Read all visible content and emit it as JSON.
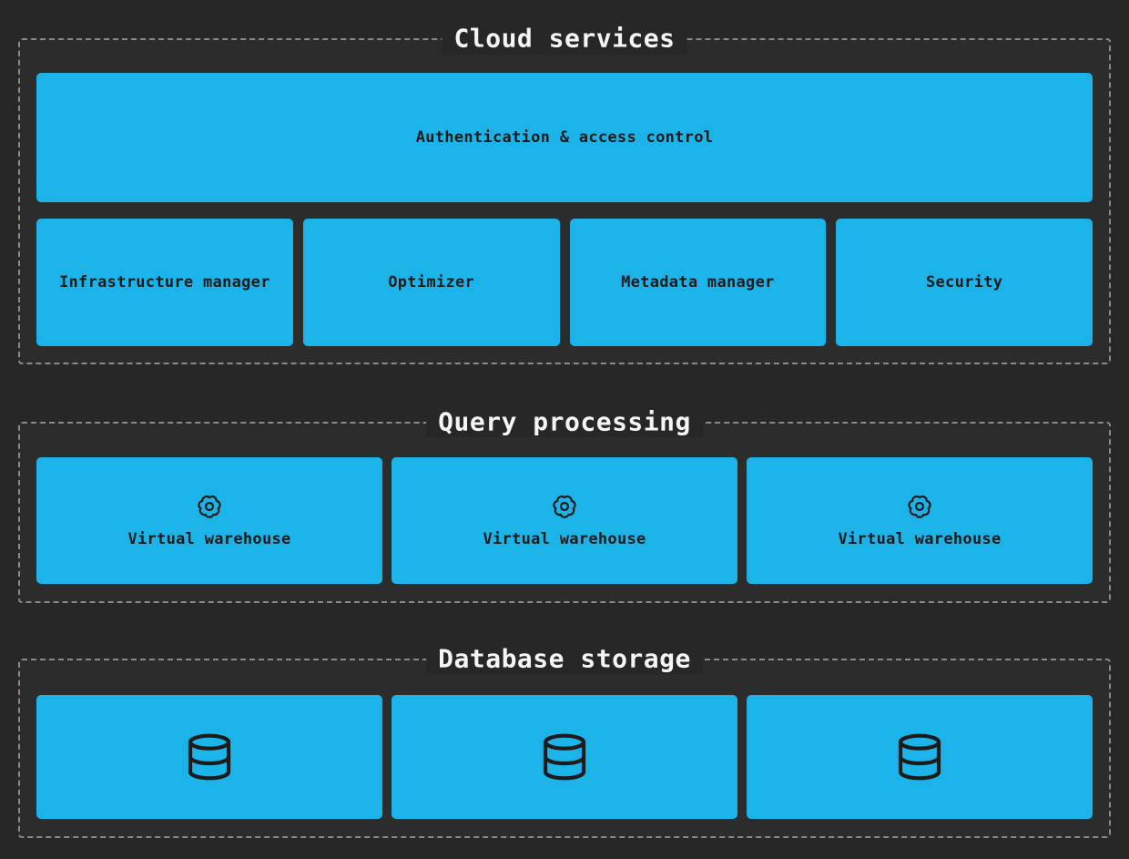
{
  "colors": {
    "background": "#272727",
    "node_fill": "#1cb3e8",
    "node_text": "#1b1b1b",
    "container_border": "#8a8a8a",
    "section_title_text": "#f5f5f5"
  },
  "sections": [
    {
      "id": "cloud-services",
      "title": "Cloud services",
      "rows": [
        {
          "boxes": [
            {
              "label": "Authentication & access control"
            }
          ]
        },
        {
          "boxes": [
            {
              "label": "Infrastructure manager"
            },
            {
              "label": "Optimizer"
            },
            {
              "label": "Metadata manager"
            },
            {
              "label": "Security"
            }
          ]
        }
      ]
    },
    {
      "id": "query-processing",
      "title": "Query processing",
      "rows": [
        {
          "boxes": [
            {
              "label": "Virtual warehouse",
              "icon": "gear-icon"
            },
            {
              "label": "Virtual warehouse",
              "icon": "gear-icon"
            },
            {
              "label": "Virtual warehouse",
              "icon": "gear-icon"
            }
          ]
        }
      ]
    },
    {
      "id": "database-storage",
      "title": "Database storage",
      "rows": [
        {
          "boxes": [
            {
              "icon": "database-icon"
            },
            {
              "icon": "database-icon"
            },
            {
              "icon": "database-icon"
            }
          ]
        }
      ]
    }
  ]
}
